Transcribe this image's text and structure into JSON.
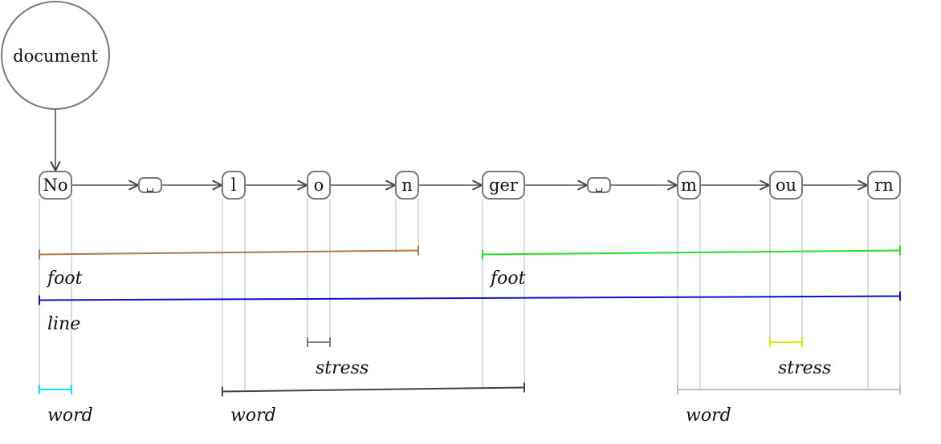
{
  "root": {
    "label": "document"
  },
  "tokens": [
    "No",
    "␣",
    "l",
    "o",
    "n",
    "ger",
    "␣",
    "m",
    "ou",
    "rn"
  ],
  "spans": [
    {
      "label": "foot",
      "from": 0,
      "to": 4,
      "color": "#b07a45",
      "row": 0
    },
    {
      "label": "foot",
      "from": 5,
      "to": 9,
      "color": "#22e022",
      "row": 0
    },
    {
      "label": "line",
      "from": 0,
      "to": 9,
      "color": "#1010cc",
      "row": 1
    },
    {
      "label": "stress",
      "from": 3,
      "to": 3,
      "color": "#7a7a7a",
      "row": 2
    },
    {
      "label": "stress",
      "from": 8,
      "to": 8,
      "color": "#c8f000",
      "row": 2
    },
    {
      "label": "word",
      "from": 0,
      "to": 0,
      "color": "#00e5ee",
      "row": 3
    },
    {
      "label": "word",
      "from": 2,
      "to": 5,
      "color": "#444444",
      "row": 3
    },
    {
      "label": "word",
      "from": 7,
      "to": 9,
      "color": "#bdbdbd",
      "row": 3
    }
  ]
}
